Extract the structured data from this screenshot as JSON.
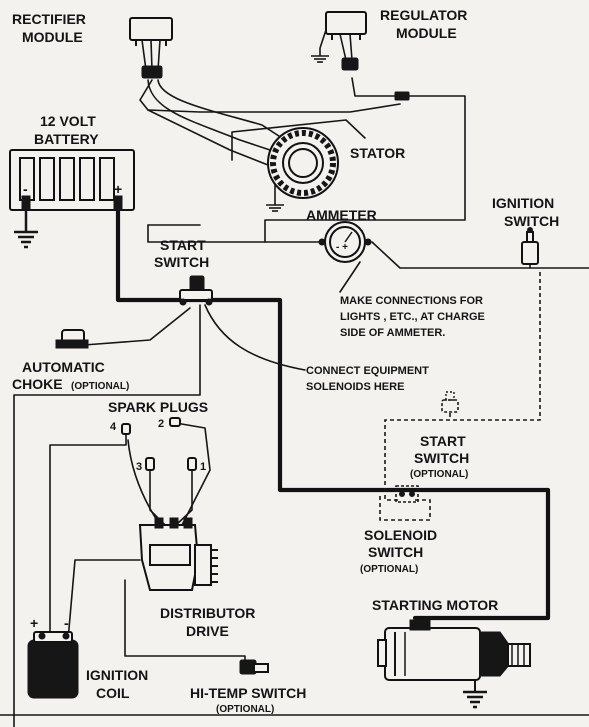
{
  "labels": {
    "rectifier_module": [
      "RECTIFIER",
      "MODULE"
    ],
    "regulator_module": [
      "REGULATOR",
      "MODULE"
    ],
    "battery": [
      "12 VOLT",
      "BATTERY"
    ],
    "battery_neg": "-",
    "battery_pos": "+",
    "stator": "STATOR",
    "ammeter": "AMMETER",
    "ignition_switch": [
      "IGNITION",
      "SWITCH"
    ],
    "start_switch": [
      "START",
      "SWITCH"
    ],
    "connections_note": [
      "MAKE CONNECTIONS FOR",
      "LIGHTS , ETC., AT CHARGE",
      "SIDE OF AMMETER."
    ],
    "automatic_choke": [
      "AUTOMATIC",
      "CHOKE",
      "(OPTIONAL)"
    ],
    "solenoids_note": [
      "CONNECT EQUIPMENT",
      "SOLENOIDS HERE"
    ],
    "spark_plugs": "SPARK PLUGS",
    "plug_numbers": [
      "4",
      "2",
      "3",
      "1"
    ],
    "start_switch_optional": [
      "START",
      "SWITCH",
      "(OPTIONAL)"
    ],
    "solenoid_switch": [
      "SOLENOID",
      "SWITCH",
      "(OPTIONAL)"
    ],
    "distributor_drive": [
      "DISTRIBUTOR",
      "DRIVE"
    ],
    "starting_motor": "STARTING MOTOR",
    "ignition_coil": [
      "IGNITION",
      "COIL"
    ],
    "coil_pos": "+",
    "coil_neg": "-",
    "hi_temp_switch": [
      "HI-TEMP SWITCH",
      "(OPTIONAL)"
    ],
    "ammeter_face": "- +"
  }
}
